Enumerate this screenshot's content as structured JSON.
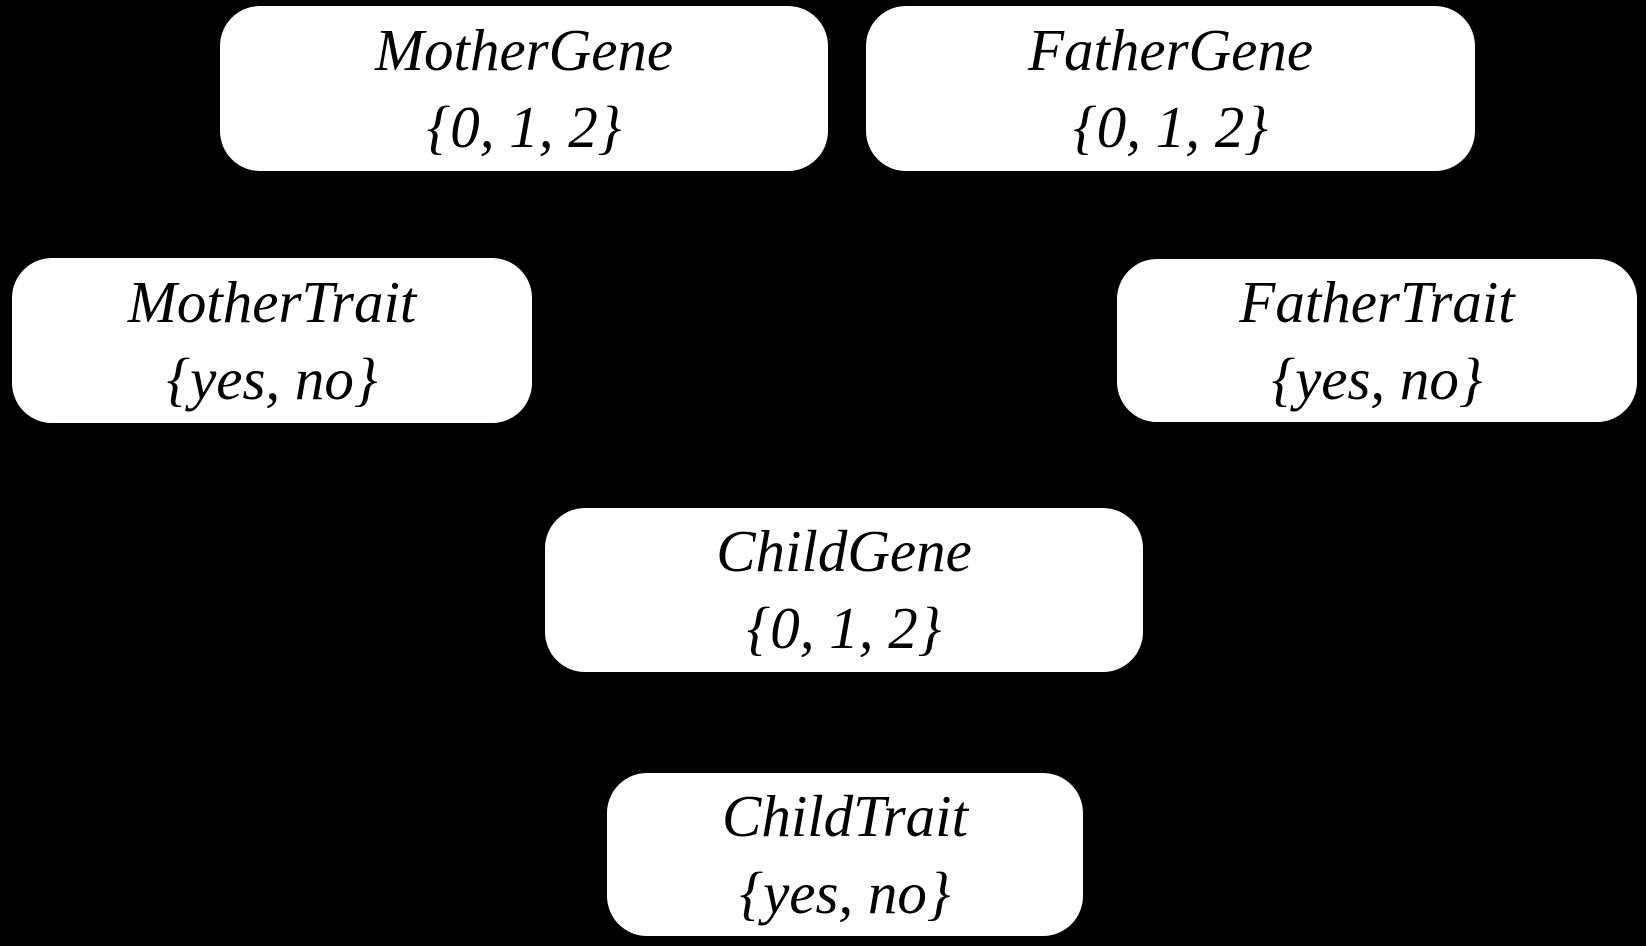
{
  "diagram": {
    "type": "bayesian-network",
    "background_color": "#000000",
    "node_fill_color": "#ffffff",
    "node_text_color": "#000000",
    "nodes": [
      {
        "name": "MotherGene",
        "domain": "{0, 1, 2}"
      },
      {
        "name": "FatherGene",
        "domain": "{0, 1, 2}"
      },
      {
        "name": "MotherTrait",
        "domain": "{yes, no}"
      },
      {
        "name": "FatherTrait",
        "domain": "{yes, no}"
      },
      {
        "name": "ChildGene",
        "domain": "{0, 1, 2}"
      },
      {
        "name": "ChildTrait",
        "domain": "{yes, no}"
      }
    ]
  }
}
